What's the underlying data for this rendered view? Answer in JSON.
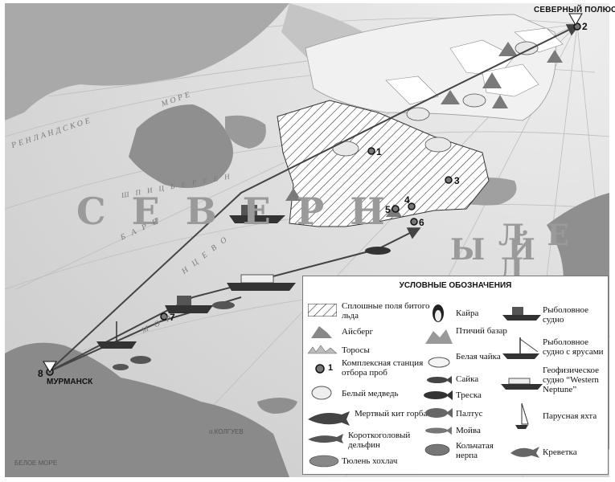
{
  "map": {
    "north_pole_label": "СЕВЕРНЫЙ ПОЛЮС",
    "murmansk_label": "МУРМАНСК",
    "sea_label_1": "С Е В Е Р Н",
    "sea_label_2": "Ы Й",
    "sea_label_3": "Л Е Д",
    "arc_label_1": "РЕНЛАНДСКОЕ",
    "arc_label_2": "МОРЕ",
    "barents_1": "Б А Р Е",
    "barents_2": "Н Ц Е В О",
    "spitsbergen": "Ш П И Ц Б Е Р Г Е Н",
    "more_1": "М О Р",
    "kolguev": "о.КОЛГУЕВ",
    "beloe": "БЕЛОЕ МОРЕ",
    "stations": [
      "1",
      "2",
      "3",
      "4",
      "5",
      "6",
      "7",
      "8"
    ]
  },
  "legend": {
    "title": "УСЛОВНЫЕ ОБОЗНАЧЕНИЯ",
    "items": {
      "ice": "Сплошные поля битого льда",
      "iceberg": "Айсберг",
      "hummocks": "Торосы",
      "station": "Комплексная станция отбора проб",
      "station_num": "1",
      "bear": "Белый медведь",
      "whale": "Мертвый кит горбач",
      "dolphin": "Короткоголовый дельфин",
      "seal": "Тюлень хохлач",
      "guillemot": "Кайра",
      "bird_colony": "Птичий базар",
      "gull": "Белая чайка",
      "saithe": "Сайка",
      "cod": "Треска",
      "halibut": "Палтус",
      "capelin": "Мойва",
      "ringed_seal": "Кольчатая нерпа",
      "fishing_vessel": "Рыболовное судно",
      "longline_vessel": "Рыболовное судно с ярусами",
      "geo_vessel": "Геофизическое судно “Western Neptune”",
      "yacht": "Парусная яхта",
      "shrimp": "Креветка"
    }
  },
  "colors": {
    "sea": "#d9d9d9",
    "land": "#8f8f8f",
    "ice": "#ffffff",
    "route": "#444444",
    "station": "#777777"
  }
}
